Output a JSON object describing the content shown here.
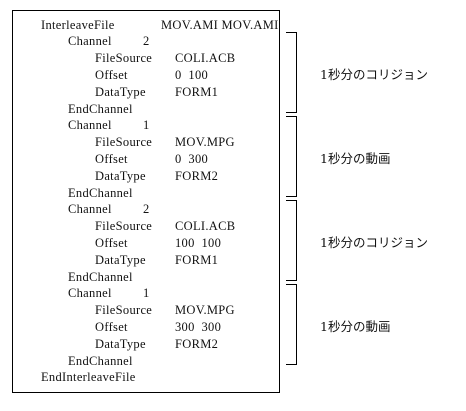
{
  "header": {
    "keyword": "InterleaveFile",
    "args": "MOV.AMI MOV.AMI"
  },
  "footer": "EndInterleaveFile",
  "channels": [
    {
      "channel_label": "Channel",
      "channel_num": "2",
      "rows": [
        {
          "key": "FileSource",
          "value": "COLI.ACB"
        },
        {
          "key": "Offset",
          "value": "0  100"
        },
        {
          "key": "DataType",
          "value": "FORM1"
        }
      ],
      "end": "EndChannel",
      "note": "1秒分のコリジョン"
    },
    {
      "channel_label": "Channel",
      "channel_num": "1",
      "rows": [
        {
          "key": "FileSource",
          "value": "MOV.MPG"
        },
        {
          "key": "Offset",
          "value": "0  300"
        },
        {
          "key": "DataType",
          "value": "FORM2"
        }
      ],
      "end": "EndChannel",
      "note": "1秒分の動画"
    },
    {
      "channel_label": "Channel",
      "channel_num": "2",
      "rows": [
        {
          "key": "FileSource",
          "value": "COLI.ACB"
        },
        {
          "key": "Offset",
          "value": "100  100"
        },
        {
          "key": "DataType",
          "value": "FORM1"
        }
      ],
      "end": "EndChannel",
      "note": "1秒分のコリジョン"
    },
    {
      "channel_label": "Channel",
      "channel_num": "1",
      "rows": [
        {
          "key": "FileSource",
          "value": "MOV.MPG"
        },
        {
          "key": "Offset",
          "value": "300  300"
        },
        {
          "key": "DataType",
          "value": "FORM2"
        }
      ],
      "end": "EndChannel",
      "note": "1秒分の動画"
    }
  ]
}
